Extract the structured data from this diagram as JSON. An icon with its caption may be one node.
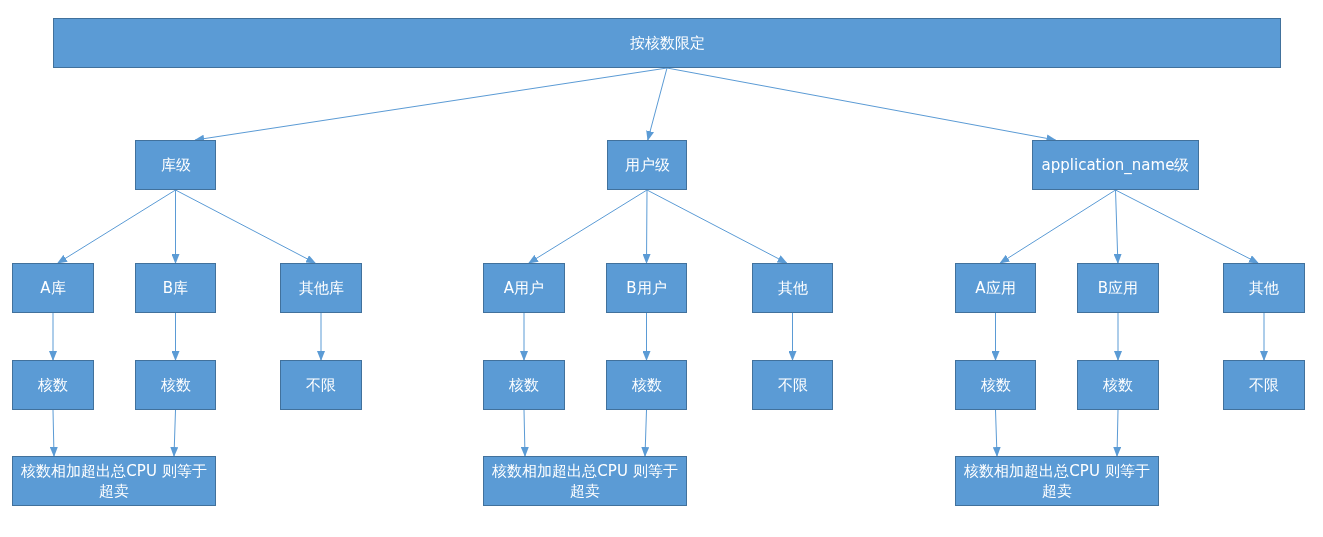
{
  "diagram": {
    "nodes": [
      {
        "text": [
          "按核数限定"
        ]
      },
      {
        "text": [
          "库级"
        ]
      },
      {
        "text": [
          "用户级"
        ]
      },
      {
        "text": [
          "application_name级"
        ]
      },
      {
        "text": [
          "A库"
        ]
      },
      {
        "text": [
          "B库"
        ]
      },
      {
        "text": [
          "其他库"
        ]
      },
      {
        "text": [
          "A用户"
        ]
      },
      {
        "text": [
          "B用户"
        ]
      },
      {
        "text": [
          "其他"
        ]
      },
      {
        "text": [
          "A应用"
        ]
      },
      {
        "text": [
          "B应用"
        ]
      },
      {
        "text": [
          "其他"
        ]
      },
      {
        "text": [
          "核数"
        ]
      },
      {
        "text": [
          "核数"
        ]
      },
      {
        "text": [
          "不限"
        ]
      },
      {
        "text": [
          "核数"
        ]
      },
      {
        "text": [
          "核数"
        ]
      },
      {
        "text": [
          "不限"
        ]
      },
      {
        "text": [
          "核数"
        ]
      },
      {
        "text": [
          "核数"
        ]
      },
      {
        "text": [
          "不限"
        ]
      },
      {
        "text": [
          "核数相加超出总CPU 则等于超卖"
        ]
      },
      {
        "text": [
          "核数相加超出总CPU 则等于超卖"
        ]
      },
      {
        "text": [
          "核数相加超出总CPU 则等于超卖"
        ]
      }
    ],
    "edges": [
      {
        "from": 0,
        "to": 1,
        "arrow": "to"
      },
      {
        "from": 0,
        "to": 2,
        "arrow": "to"
      },
      {
        "from": 0,
        "to": 3,
        "arrow": "to"
      },
      {
        "from": 1,
        "to": 4,
        "arrow": "to"
      },
      {
        "from": 1,
        "to": 5,
        "arrow": "to"
      },
      {
        "from": 1,
        "to": 6,
        "arrow": "to"
      },
      {
        "from": 2,
        "to": 7,
        "arrow": "to"
      },
      {
        "from": 2,
        "to": 8,
        "arrow": "to"
      },
      {
        "from": 2,
        "to": 9,
        "arrow": "to"
      },
      {
        "from": 3,
        "to": 10,
        "arrow": "to"
      },
      {
        "from": 3,
        "to": 11,
        "arrow": "to"
      },
      {
        "from": 3,
        "to": 12,
        "arrow": "to"
      },
      {
        "from": 4,
        "to": 13,
        "arrow": "to"
      },
      {
        "from": 5,
        "to": 14,
        "arrow": "to"
      },
      {
        "from": 6,
        "to": 15,
        "arrow": "to"
      },
      {
        "from": 7,
        "to": 16,
        "arrow": "to"
      },
      {
        "from": 8,
        "to": 17,
        "arrow": "to"
      },
      {
        "from": 9,
        "to": 18,
        "arrow": "to"
      },
      {
        "from": 10,
        "to": 19,
        "arrow": "to"
      },
      {
        "from": 11,
        "to": 20,
        "arrow": "to"
      },
      {
        "from": 12,
        "to": 21,
        "arrow": "to"
      },
      {
        "from": 13,
        "to": 22,
        "arrow": "to"
      },
      {
        "from": 14,
        "to": 22,
        "arrow": "to"
      },
      {
        "from": 16,
        "to": 23,
        "arrow": "to"
      },
      {
        "from": 17,
        "to": 23,
        "arrow": "to"
      },
      {
        "from": 19,
        "to": 24,
        "arrow": "to"
      },
      {
        "from": 20,
        "to": 24,
        "arrow": "to"
      }
    ]
  }
}
